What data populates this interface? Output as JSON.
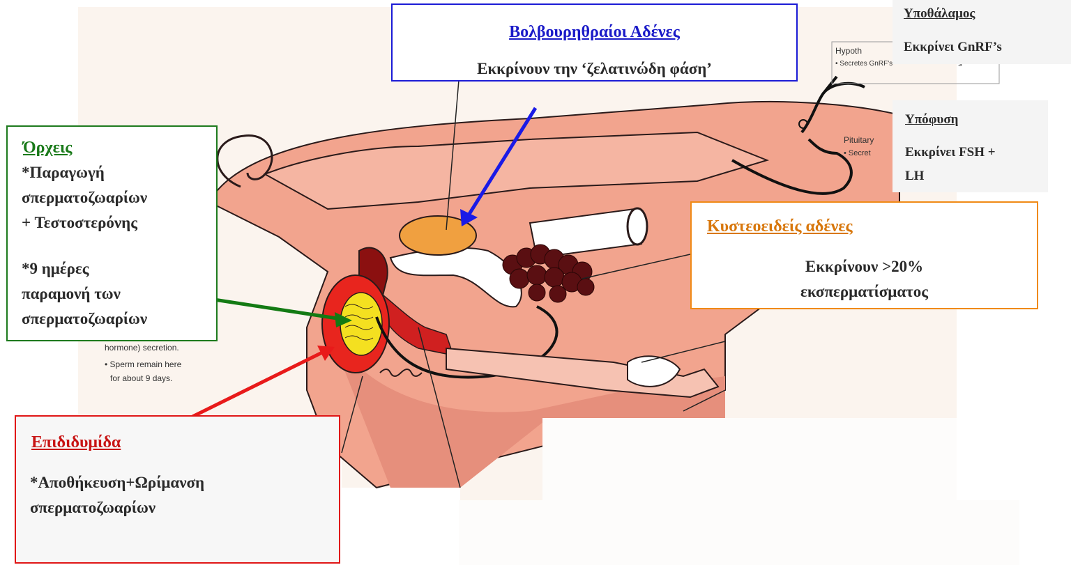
{
  "bulbo": {
    "title": "Βολβουρηθραίοι Αδένες",
    "text": "Εκκρίνουν την ‘ζελατινώδη φάση’"
  },
  "orxeis": {
    "title": "Όρχεις",
    "lines": [
      "*Παραγωγή",
      "σπερματοζωαρίων",
      "+ Τεστοστερόνης",
      "*9 ημέρες",
      "παραμονή των",
      "σπερματοζωαρίων"
    ]
  },
  "epid": {
    "title": "Επιδιδυμίδα",
    "lines": [
      "*Αποθήκευση+Ωρίμανση",
      "σπερματοζωαρίων"
    ]
  },
  "kyst": {
    "title": "Κυστεοειδείς αδένες",
    "lines": [
      "Εκκρίνουν >20%",
      "εκσπερματίσματος"
    ]
  },
  "ypoth": {
    "title": "Υποθάλαμος",
    "text": "Εκκρίνει GnRF’s"
  },
  "ypof": {
    "title": "Υπόφυση",
    "lines": [
      "Εκκρίνει FSH +",
      "LH"
    ]
  },
  "english_labels": {
    "hypoth": "Hypoth",
    "secretes_gnrf": "• Secretes GnRF's",
    "s_frag": "'s",
    "pituitary": "Pituitary",
    "secret": "• Secret",
    "hormone": "hormone) secretion.",
    "sperm1": "• Sperm remain here",
    "sperm2": "for about 9 days."
  },
  "colors": {
    "skin": "#f2a48e",
    "tissue_line": "#000000",
    "gland_orange": "#f0a040",
    "red_organ": "#e8251e",
    "dark_red": "#8b1010",
    "yellow": "#f4e020",
    "seminal": "#5a0f12",
    "arrow_blue": "#1a1ae6",
    "arrow_green": "#137a13",
    "arrow_red": "#e81a1a"
  }
}
